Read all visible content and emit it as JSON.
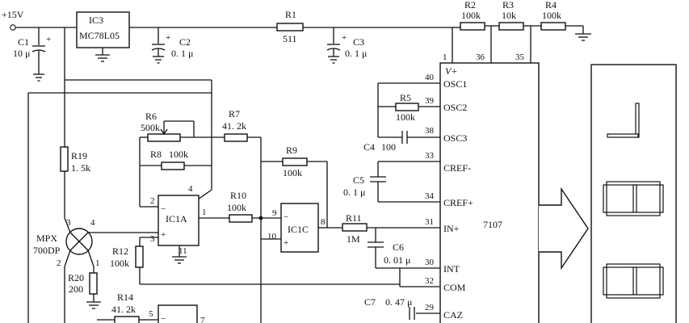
{
  "supply": {
    "label": "+15V"
  },
  "components": {
    "C1": {
      "ref": "C1",
      "value": "10 μ"
    },
    "IC3": {
      "ref": "IC3",
      "part": "MC78L05"
    },
    "C2": {
      "ref": "C2",
      "value": "0. 1 μ"
    },
    "R1": {
      "ref": "R1",
      "value": "511"
    },
    "C3": {
      "ref": "C3",
      "value": "0. 1 μ"
    },
    "R2": {
      "ref": "R2",
      "value": "100k"
    },
    "R3": {
      "ref": "R3",
      "value": "10k"
    },
    "R4": {
      "ref": "R4",
      "value": "100k"
    },
    "R5": {
      "ref": "R5",
      "value": "100k"
    },
    "C4": {
      "ref": "C4",
      "value": "100"
    },
    "R6": {
      "ref": "R6",
      "value": "500k"
    },
    "R7": {
      "ref": "R7",
      "value": "41. 2k"
    },
    "R8": {
      "ref": "R8",
      "value": "100k"
    },
    "R9": {
      "ref": "R9",
      "value": "100k"
    },
    "R10": {
      "ref": "R10",
      "value": "100k"
    },
    "R11": {
      "ref": "R11",
      "value": "1M"
    },
    "R12": {
      "ref": "R12",
      "value": "100k"
    },
    "R14": {
      "ref": "R14",
      "value": "41. 2k"
    },
    "R19": {
      "ref": "R19",
      "value": "1. 5k"
    },
    "R20": {
      "ref": "R20",
      "value": "200"
    },
    "C5": {
      "ref": "C5",
      "value": "0. 1 μ"
    },
    "C6": {
      "ref": "C6",
      "value": "0. 01 μ"
    },
    "C7": {
      "ref": "C7",
      "value": "0. 47 μ"
    },
    "IC1A": {
      "ref": "IC1A"
    },
    "IC1C": {
      "ref": "IC1C"
    },
    "MPX": {
      "ref": "MPX",
      "part": "700DP"
    }
  },
  "chip7107": {
    "name": "7107",
    "vplus": "V+",
    "pins": [
      {
        "num": "40",
        "name": "OSC1"
      },
      {
        "num": "39",
        "name": "OSC2"
      },
      {
        "num": "38",
        "name": "OSC3"
      },
      {
        "num": "33",
        "name": "CREF-"
      },
      {
        "num": "34",
        "name": "CREF+"
      },
      {
        "num": "31",
        "name": "IN+"
      },
      {
        "num": "30",
        "name": "INT"
      },
      {
        "num": "32",
        "name": "COM"
      },
      {
        "num": "29",
        "name": "CAZ"
      }
    ],
    "top_pins": [
      "1",
      "36",
      "35"
    ]
  },
  "pin_labels": {
    "ic1a_2": "2",
    "ic1a_3": "3",
    "ic1a_4": "4",
    "ic1a_1": "1",
    "ic1a_11": "11",
    "ic1c_9": "9",
    "ic1c_10": "10",
    "ic1c_8": "8",
    "mpx_3": "3",
    "mpx_4": "4",
    "mpx_2": "2",
    "mpx_1": "1",
    "ic_b_5": "5",
    "ic_b_7": "7",
    "plus": "+",
    "minus": "−"
  },
  "display": {
    "digits": 3,
    "style": "7-segment"
  }
}
